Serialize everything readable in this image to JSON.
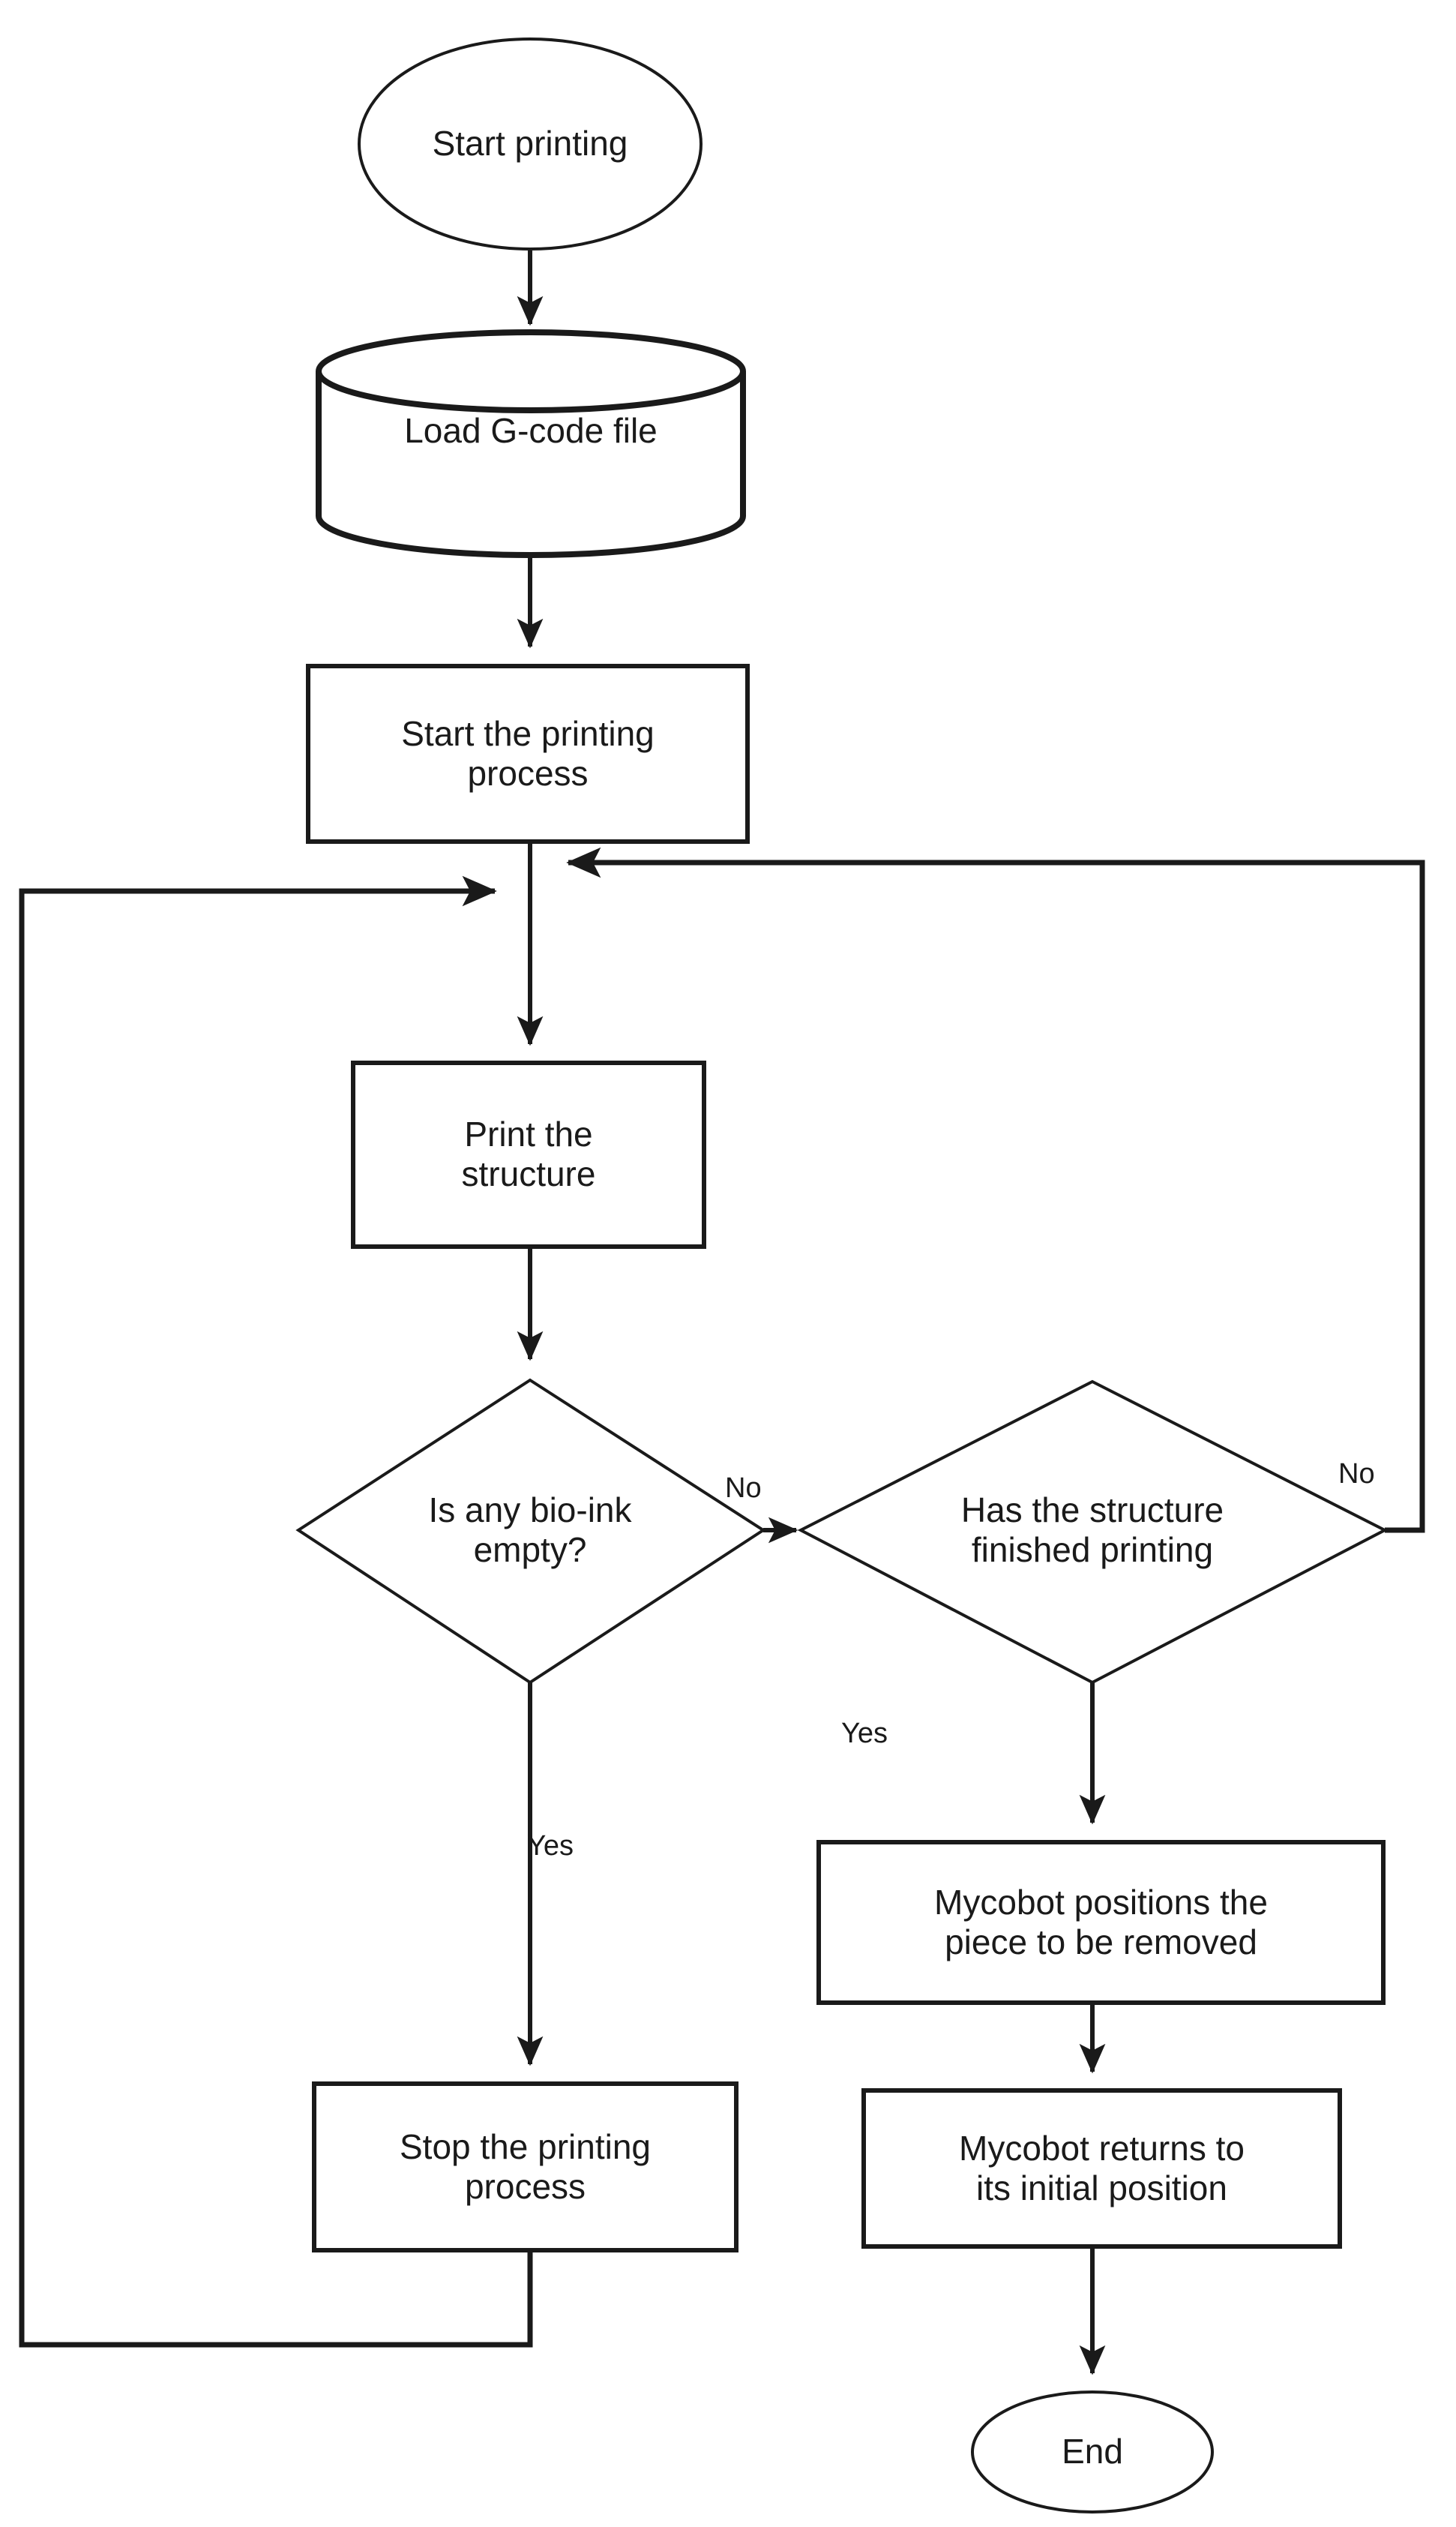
{
  "diagram": {
    "type": "flowchart",
    "orientation": "top-to-bottom",
    "background_color": "#ffffff",
    "stroke_color": "#1a1a1a",
    "text_color": "#1a1a1a"
  },
  "nodes": {
    "start": {
      "shape": "ellipse",
      "label": "Start printing"
    },
    "load_gcode": {
      "shape": "cylinder",
      "label": "Load G-code file"
    },
    "start_process": {
      "shape": "rectangle",
      "label": "Start the printing\nprocess"
    },
    "print_structure": {
      "shape": "rectangle",
      "label": "Print the\nstructure"
    },
    "bioink_empty": {
      "shape": "diamond",
      "label": "Is any bio-ink\nempty?"
    },
    "finished_printing": {
      "shape": "diamond",
      "label": "Has the structure\nfinished printing"
    },
    "stop_process": {
      "shape": "rectangle",
      "label": "Stop the printing\nprocess"
    },
    "position_piece": {
      "shape": "rectangle",
      "label": "Mycobot positions the\npiece to be removed"
    },
    "return_initial": {
      "shape": "rectangle",
      "label": "Mycobot returns to\nits initial position"
    },
    "end": {
      "shape": "ellipse",
      "label": "End"
    }
  },
  "edge_labels": {
    "bioink_no": "No",
    "bioink_yes": "Yes",
    "finished_no": "No",
    "finished_yes": "Yes"
  }
}
